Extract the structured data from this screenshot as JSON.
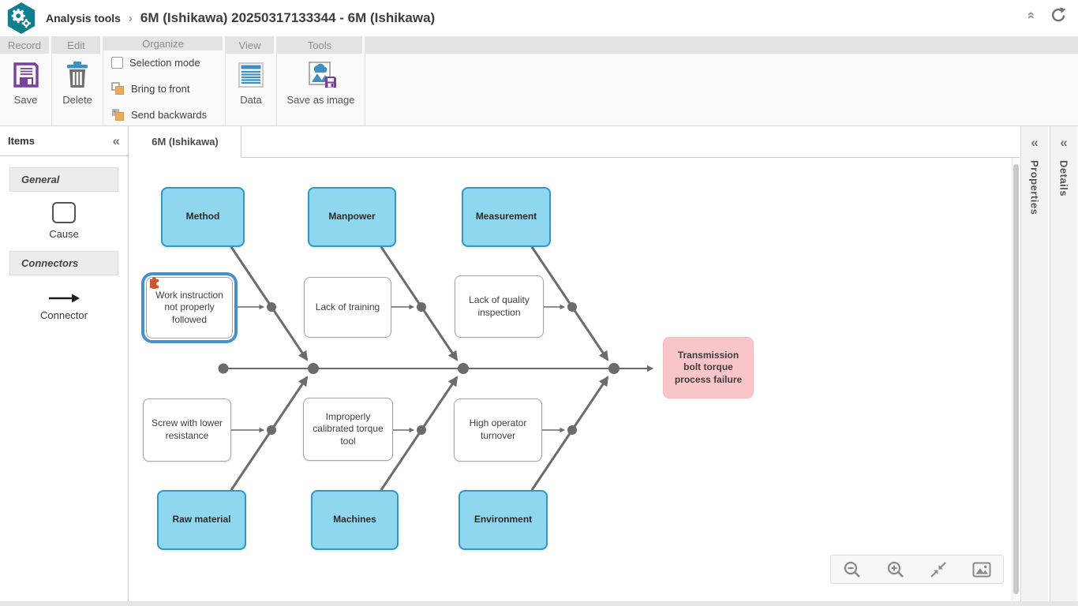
{
  "colors": {
    "brand_teal": "#0e7f8c",
    "category_fill": "#8ed7ee",
    "category_border": "#2b99cc",
    "effect_fill": "#f9c5c8",
    "selection_blue": "#4590cf",
    "line_gray": "#6b6b6b",
    "save_purple": "#7b3fa0",
    "icon_blue": "#3a8fc4",
    "organize_orange": "#eaa95e"
  },
  "header": {
    "app_name": "Analysis tools",
    "breadcrumb_separator": "›",
    "title": "6M (Ishikawa) 20250317133344 - 6M (Ishikawa)"
  },
  "ribbon": {
    "tabs": {
      "record": "Record",
      "edit": "Edit",
      "organize": "Organize",
      "view": "View",
      "tools": "Tools"
    },
    "buttons": {
      "save": "Save",
      "delete": "Delete",
      "selection_mode": "Selection mode",
      "bring_to_front": "Bring to front",
      "send_backwards": "Send backwards",
      "data": "Data",
      "save_as_image": "Save as image"
    }
  },
  "sidebar": {
    "title": "Items",
    "general_section": "General",
    "cause_item": "Cause",
    "connectors_section": "Connectors",
    "connector_item": "Connector"
  },
  "canvas": {
    "tab": "6M (Ishikawa)"
  },
  "right_panels": {
    "properties": "Properties",
    "details": "Details"
  },
  "diagram": {
    "type": "fishbone",
    "effect": "Transmission bolt torque process failure",
    "top_categories": [
      "Method",
      "Manpower",
      "Measurement"
    ],
    "top_causes": [
      "Work instruction not properly followed",
      "Lack of training",
      "Lack of quality inspection"
    ],
    "bottom_categories": [
      "Raw material",
      "Machines",
      "Environment"
    ],
    "bottom_causes": [
      "Screw with lower resistance",
      "Improperly calibrated torque tool",
      "High operator turnover"
    ],
    "selected_node": "Work instruction not properly followed"
  }
}
